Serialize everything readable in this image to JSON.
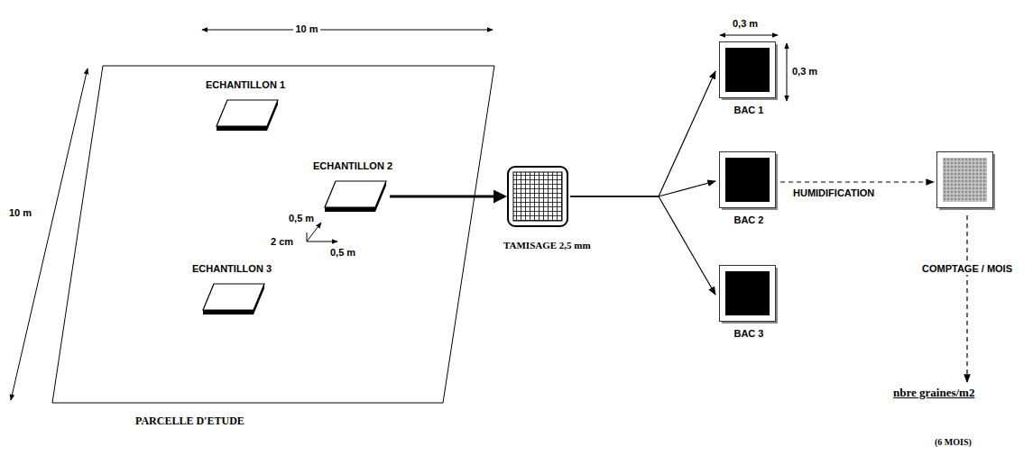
{
  "diagram": {
    "nodes": [
      {
        "text": [
          "PARCELLE D'ETUDE"
        ]
      },
      {
        "text": [
          "ECHANTILLON 1"
        ],
        "in": 0
      },
      {
        "text": [
          "ECHANTILLON 2"
        ],
        "in": 0
      },
      {
        "text": [
          "ECHANTILLON 3"
        ],
        "in": 0
      },
      {
        "text": [
          "TAMISAGE 2,5 mm"
        ]
      },
      {
        "text": [
          "BAC 1"
        ]
      },
      {
        "text": [
          "BAC 2"
        ]
      },
      {
        "text": [
          "BAC 3"
        ]
      },
      {
        "text": []
      },
      {
        "text": [
          "nbre graines/m2",
          "(6 MOIS)"
        ]
      }
    ],
    "edges": [
      {
        "from": 2,
        "to": 4,
        "arrow": "to"
      },
      {
        "from": 4,
        "to": 5,
        "arrow": "to"
      },
      {
        "from": 4,
        "to": 6,
        "arrow": "to"
      },
      {
        "from": 4,
        "to": 7,
        "arrow": "to"
      },
      {
        "from": 6,
        "to": 8,
        "label": "HUMIDIFICATION",
        "arrow": "to"
      },
      {
        "from": 8,
        "to": 9,
        "label": "COMPTAGE / MOIS",
        "arrow": "to"
      }
    ],
    "labels": [
      "10 m",
      "10 m",
      "0,5 m",
      "2 cm",
      "0,5 m",
      "0,3 m",
      "0,3 m"
    ]
  }
}
